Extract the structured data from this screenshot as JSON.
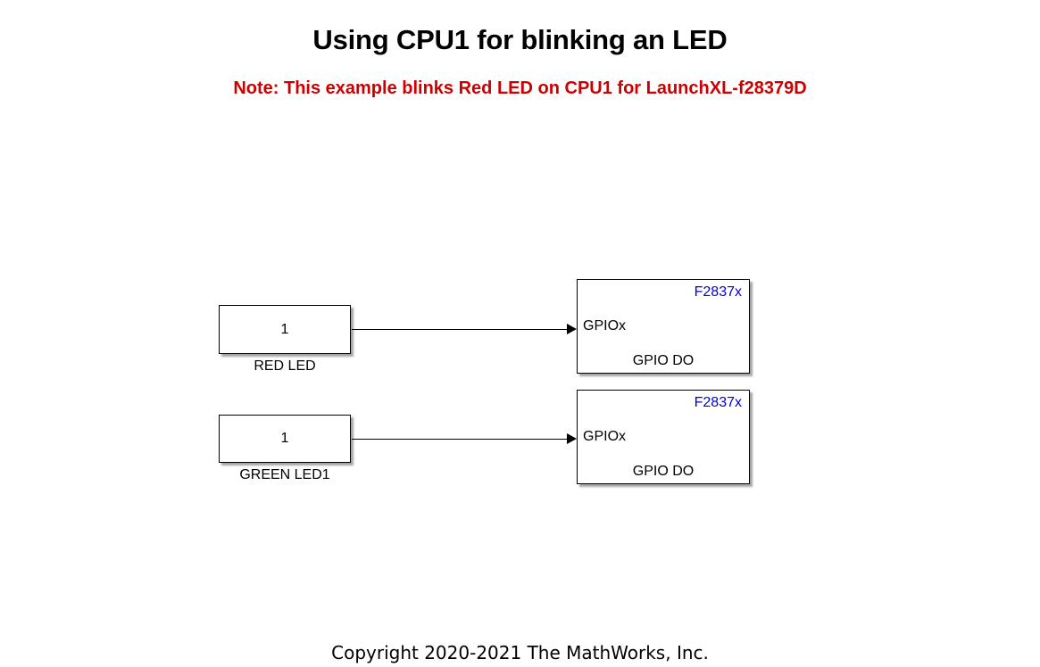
{
  "model": {
    "title": "Using CPU1 for blinking an LED",
    "note": "Note: This example blinks Red LED on CPU1 for LaunchXL-f28379D",
    "copyright": "Copyright 2020-2021 The MathWorks, Inc.",
    "title_color": "#000000",
    "note_color": "#cc0000",
    "canvas_color": "#ffffff"
  },
  "blocks": {
    "const_red": {
      "value": "1",
      "label": "RED LED"
    },
    "const_green": {
      "value": "1",
      "label": "GREEN LED1"
    },
    "gpio_red": {
      "corner_tag": "F2837x",
      "port_label": "GPIOx",
      "bottom_label": "GPIO DO",
      "tag_color": "#0000dd"
    },
    "gpio_green": {
      "corner_tag": "F2837x",
      "port_label": "GPIOx",
      "bottom_label": "GPIO DO",
      "tag_color": "#0000dd"
    }
  },
  "signals": {
    "red_line": "signal-red-led-to-gpio",
    "green_line": "signal-green-led-to-gpio"
  }
}
